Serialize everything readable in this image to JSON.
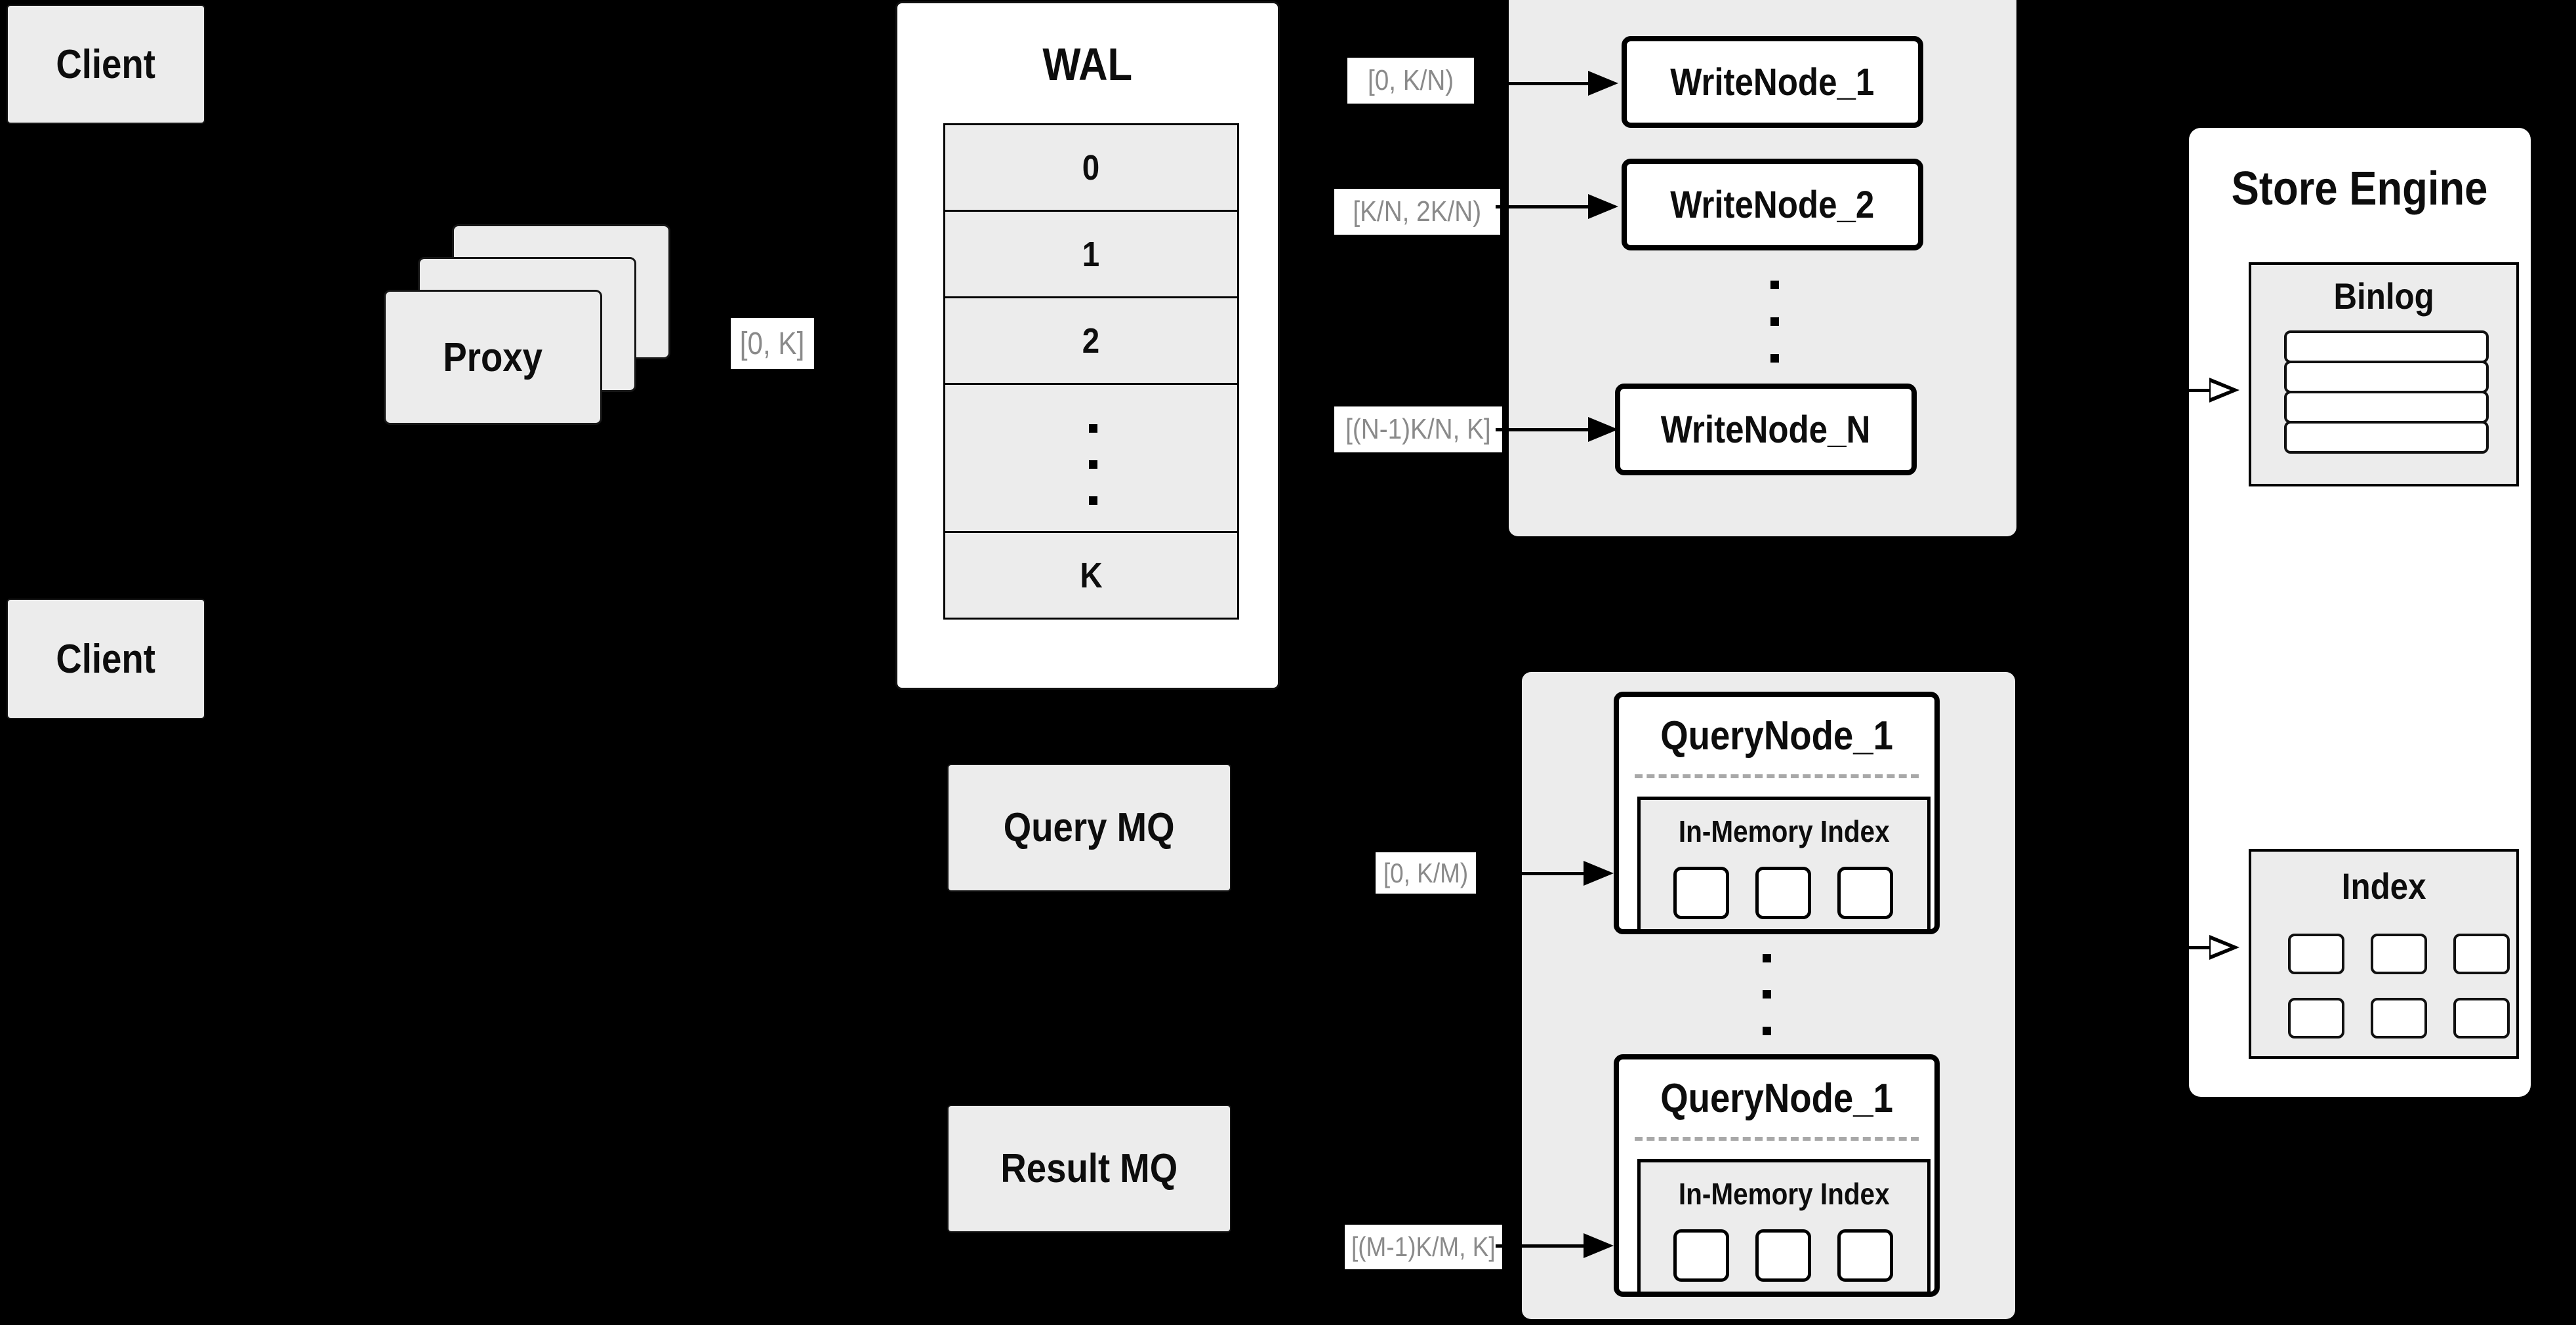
{
  "diagram": {
    "clients": {
      "top": "Client",
      "bottom": "Client"
    },
    "proxy": {
      "label": "Proxy"
    },
    "range_labels": {
      "proxy_to_wal": "[0, K]",
      "write_1": "[0, K/N)",
      "write_2": "[K/N, 2K/N)",
      "write_n": "[(N-1)K/N, K]",
      "query_1": "[0, K/M)",
      "query_2": "[(M-1)K/M, K]"
    },
    "wal": {
      "title": "WAL",
      "segments": [
        "0",
        "1",
        "2",
        "K"
      ]
    },
    "write_nodes": {
      "node_1": "WriteNode_1",
      "node_2": "WriteNode_2",
      "node_n": "WriteNode_N"
    },
    "mq": {
      "query": "Query MQ",
      "result": "Result MQ"
    },
    "query_nodes": {
      "node_top": "QueryNode_1",
      "node_bottom": "QueryNode_1",
      "in_memory_index": "In-Memory Index"
    },
    "store_engine": {
      "title": "Store Engine",
      "binlog": "Binlog",
      "index": "Index"
    }
  },
  "colors": {
    "bg": "#000000",
    "panel": "#ececec",
    "boxwhite": "#ffffff",
    "border": "#000000",
    "labeltext": "#8a8a8a"
  }
}
